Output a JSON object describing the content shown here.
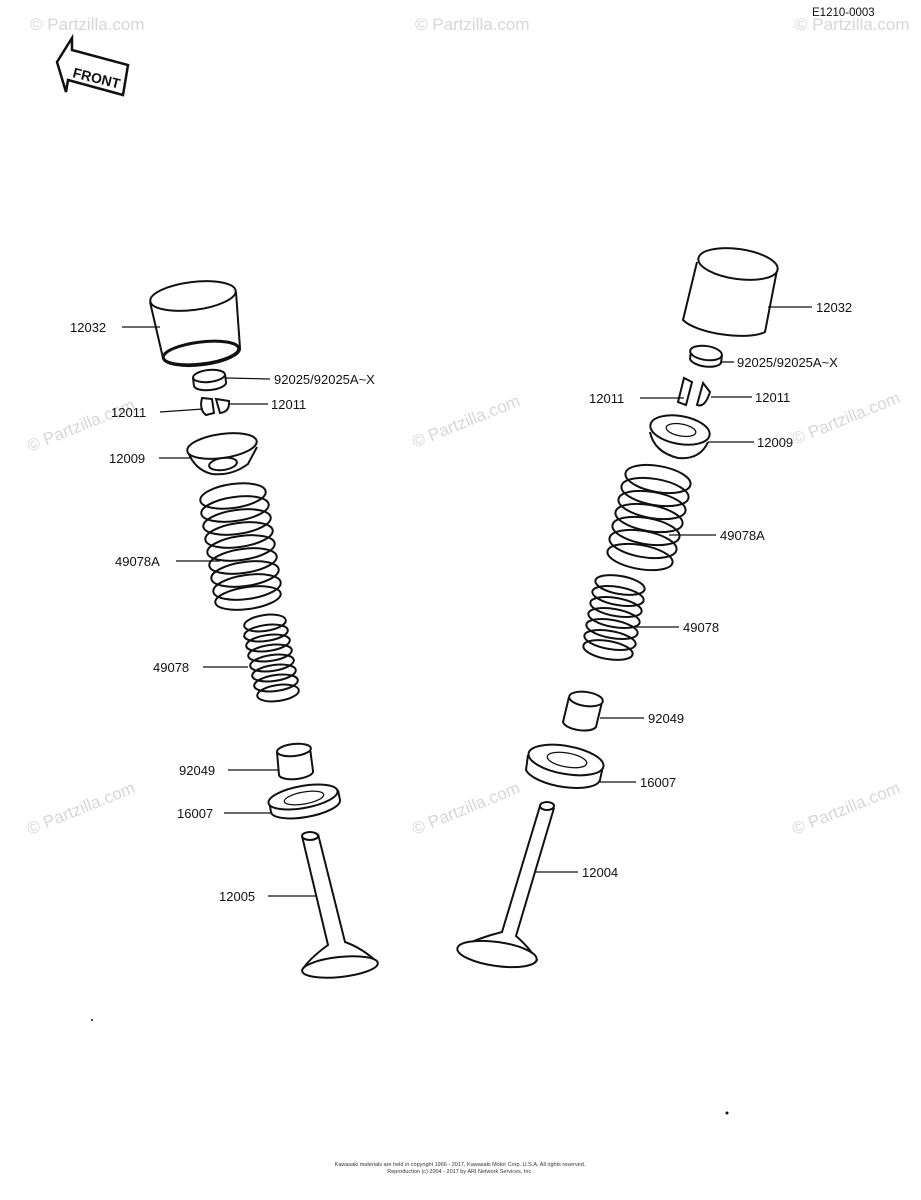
{
  "diagram_code": "E1210-0003",
  "front_label": "FRONT",
  "watermark": "© Partzilla.com",
  "labels": {
    "left_cap": "12032",
    "left_shim": "92025/92025A~X",
    "left_keeper_a": "12011",
    "left_keeper_b": "12011",
    "left_retainer": "12009",
    "left_outer_spring": "49078A",
    "left_inner_spring": "49078",
    "left_seal": "92049",
    "left_seat": "16007",
    "left_valve": "12005",
    "right_cap": "12032",
    "right_shim": "92025/92025A~X",
    "right_keeper_a": "12011",
    "right_keeper_b": "12011",
    "right_retainer": "12009",
    "right_outer_spring": "49078A",
    "right_inner_spring": "49078",
    "right_seal": "92049",
    "right_seat": "16007",
    "right_valve": "12004"
  },
  "footer": {
    "line1": "Kawasaki materials are held in copyright 1966 - 2017, Kawasaki Motor Corp. U.S.A. All rights reserved.",
    "line2": "Reproduction (c) 2004 - 2017 by ARI Network Services, Inc."
  }
}
